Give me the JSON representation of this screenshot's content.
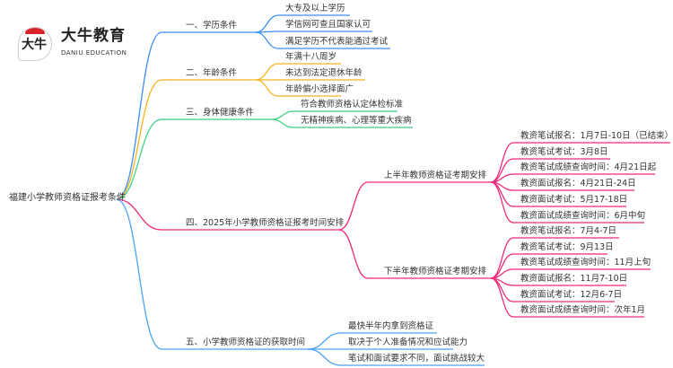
{
  "logo": {
    "glyph": "大牛",
    "name": "大牛教育",
    "en": "DANIU EDUCATION"
  },
  "root": "福建小学教师资格证报考条件",
  "colors": {
    "b1": "#3d8ef5",
    "b2": "#f5b31b",
    "b3": "#3ccf85",
    "b4": "#f0287a",
    "b5": "#4aa3f5"
  },
  "branches": [
    {
      "label": "一、学历条件",
      "children": [
        "大专及以上学历",
        "学信网可查且国家认可",
        "满足学历不代表能通过考试"
      ]
    },
    {
      "label": "二、年龄条件",
      "children": [
        "年满十八周岁",
        "未达到法定退休年龄",
        "年龄偏小选择面广"
      ]
    },
    {
      "label": "三、身体健康条件",
      "children": [
        "符合教师资格认定体检标准",
        "无精神疾病、心理等重大疾病"
      ]
    },
    {
      "label": "四、2025年小学教师资格证报考时间安排",
      "groups": [
        {
          "label": "上半年教师资格证考期安排",
          "children": [
            "教资笔试报名：1月7日-10日（已结束）",
            "教资笔试考试：3月8日",
            "教资笔试成绩查询时间：4月21日起",
            "教资面试报名：4月21日-24日",
            "教资面试考试：5月17-18日",
            "教资面试成绩查询时间：6月中旬"
          ]
        },
        {
          "label": "下半年教师资格证考期安排",
          "children": [
            "教资笔试报名：7月4-7日",
            "教资笔试考试：9月13日",
            "教资笔试成绩查询时间：11月上旬",
            "教资面试报名：11月7-10日",
            "教资面试考试：12月6-7日",
            "教资面试成绩查询时间：次年1月"
          ]
        }
      ]
    },
    {
      "label": "五、小学教师资格证的获取时间",
      "children": [
        "最快半年内拿到资格证",
        "取决于个人准备情况和应试能力",
        "笔试和面试要求不同，面试挑战较大"
      ]
    }
  ]
}
